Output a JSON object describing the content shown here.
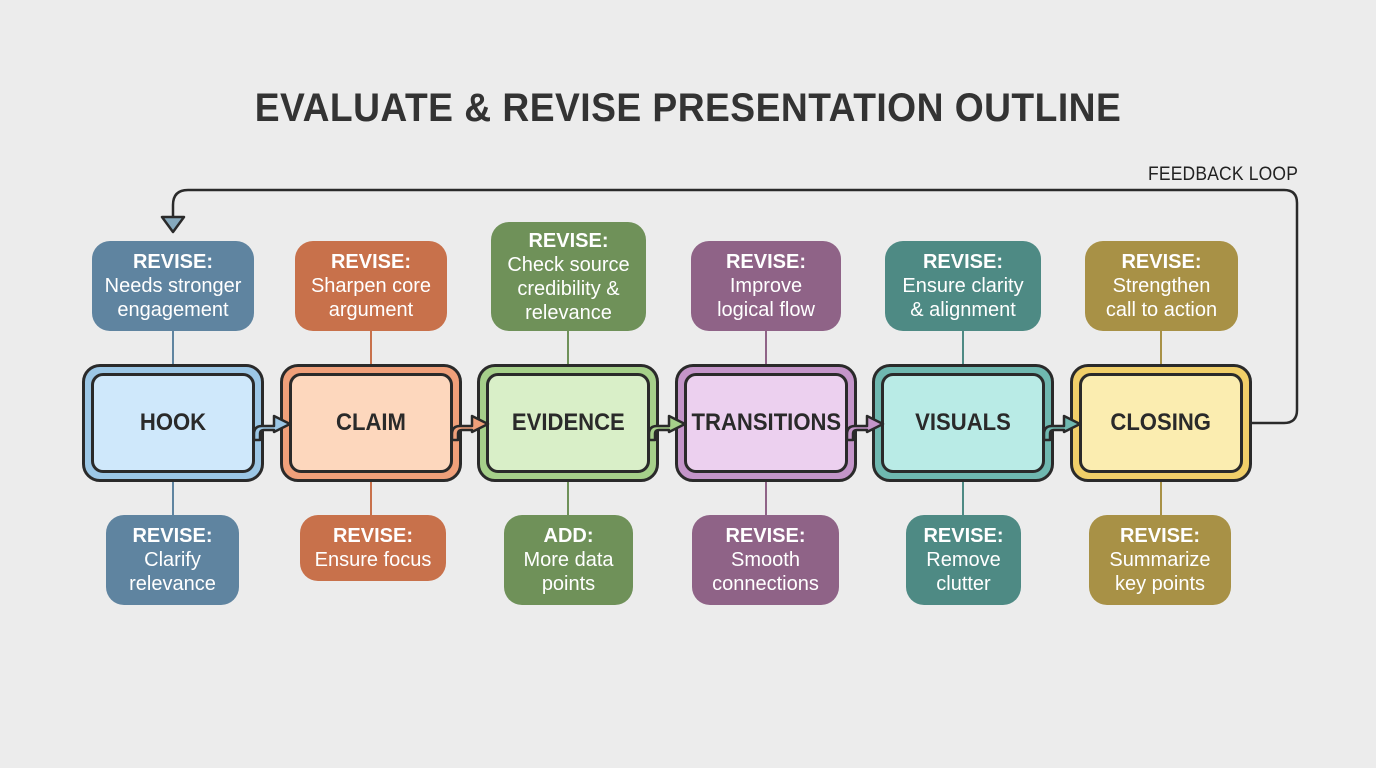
{
  "title": "EVALUATE & REVISE PRESENTATION OUTLINE",
  "feedback_loop": {
    "label": "FEEDBACK LOOP",
    "from": "CLOSING",
    "to": "HOOK (top note)"
  },
  "stages": [
    {
      "name": "HOOK",
      "colors": {
        "fill": "#cfe8fb",
        "ring": "#9cc7e6",
        "note": "#5f84a0"
      },
      "top_note": {
        "keyword": "REVISE:",
        "text": "Needs stronger\nengagement"
      },
      "bottom_note": {
        "keyword": "REVISE:",
        "text": "Clarify\nrelevance"
      }
    },
    {
      "name": "CLAIM",
      "colors": {
        "fill": "#fdd7bd",
        "ring": "#f0a07a",
        "note": "#c8714b"
      },
      "top_note": {
        "keyword": "REVISE:",
        "text": "Sharpen core\nargument"
      },
      "bottom_note": {
        "keyword": "REVISE:",
        "text": "Ensure focus"
      }
    },
    {
      "name": "EVIDENCE",
      "colors": {
        "fill": "#d9efc8",
        "ring": "#a6d08a",
        "note": "#6f9159"
      },
      "top_note": {
        "keyword": "REVISE:",
        "text": "Check source\ncredibility &\nrelevance"
      },
      "bottom_note": {
        "keyword": "ADD:",
        "text": "More data\npoints"
      }
    },
    {
      "name": "TRANSITIONS",
      "colors": {
        "fill": "#ecd0ef",
        "ring": "#c495c9",
        "note": "#8f6387"
      },
      "top_note": {
        "keyword": "REVISE:",
        "text": "Improve\nlogical flow"
      },
      "bottom_note": {
        "keyword": "REVISE:",
        "text": "Smooth\nconnections"
      }
    },
    {
      "name": "VISUALS",
      "colors": {
        "fill": "#b9ebe6",
        "ring": "#6fb8b0",
        "note": "#4e8a84"
      },
      "top_note": {
        "keyword": "REVISE:",
        "text": "Ensure clarity\n& alignment"
      },
      "bottom_note": {
        "keyword": "REVISE:",
        "text": "Remove\nclutter"
      }
    },
    {
      "name": "CLOSING",
      "colors": {
        "fill": "#fbedb0",
        "ring": "#f1cf69",
        "note": "#a89146"
      },
      "top_note": {
        "keyword": "REVISE:",
        "text": "Strengthen\ncall to action"
      },
      "bottom_note": {
        "keyword": "REVISE:",
        "text": "Summarize\nkey points"
      }
    }
  ]
}
